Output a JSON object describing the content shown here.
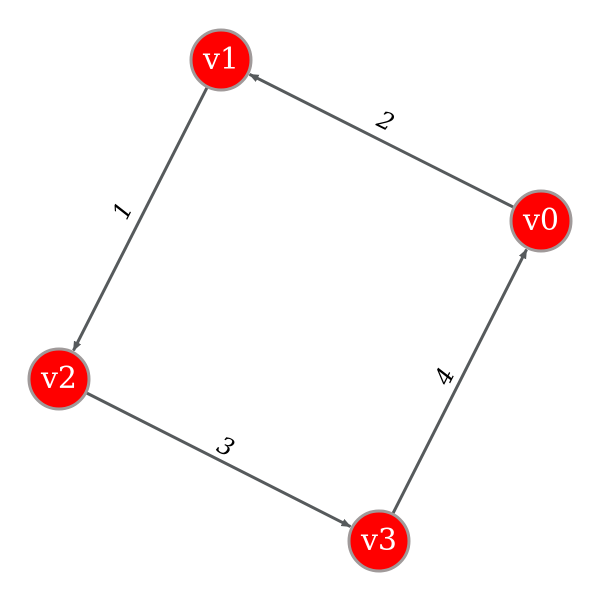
{
  "graph": {
    "directed": true,
    "colors": {
      "node_fill": "#ff0000",
      "node_stroke": "#a09a9a",
      "node_text": "#ffffff",
      "edge": "#565a5c",
      "edge_label": "#000000",
      "background": "#ffffff"
    },
    "nodes": [
      {
        "id": "v0",
        "label": "v0"
      },
      {
        "id": "v1",
        "label": "v1"
      },
      {
        "id": "v2",
        "label": "v2"
      },
      {
        "id": "v3",
        "label": "v3"
      }
    ],
    "edges": [
      {
        "from": "v0",
        "to": "v1",
        "label": "2"
      },
      {
        "from": "v1",
        "to": "v2",
        "label": "1"
      },
      {
        "from": "v2",
        "to": "v3",
        "label": "3"
      },
      {
        "from": "v3",
        "to": "v0",
        "label": "4"
      }
    ]
  }
}
